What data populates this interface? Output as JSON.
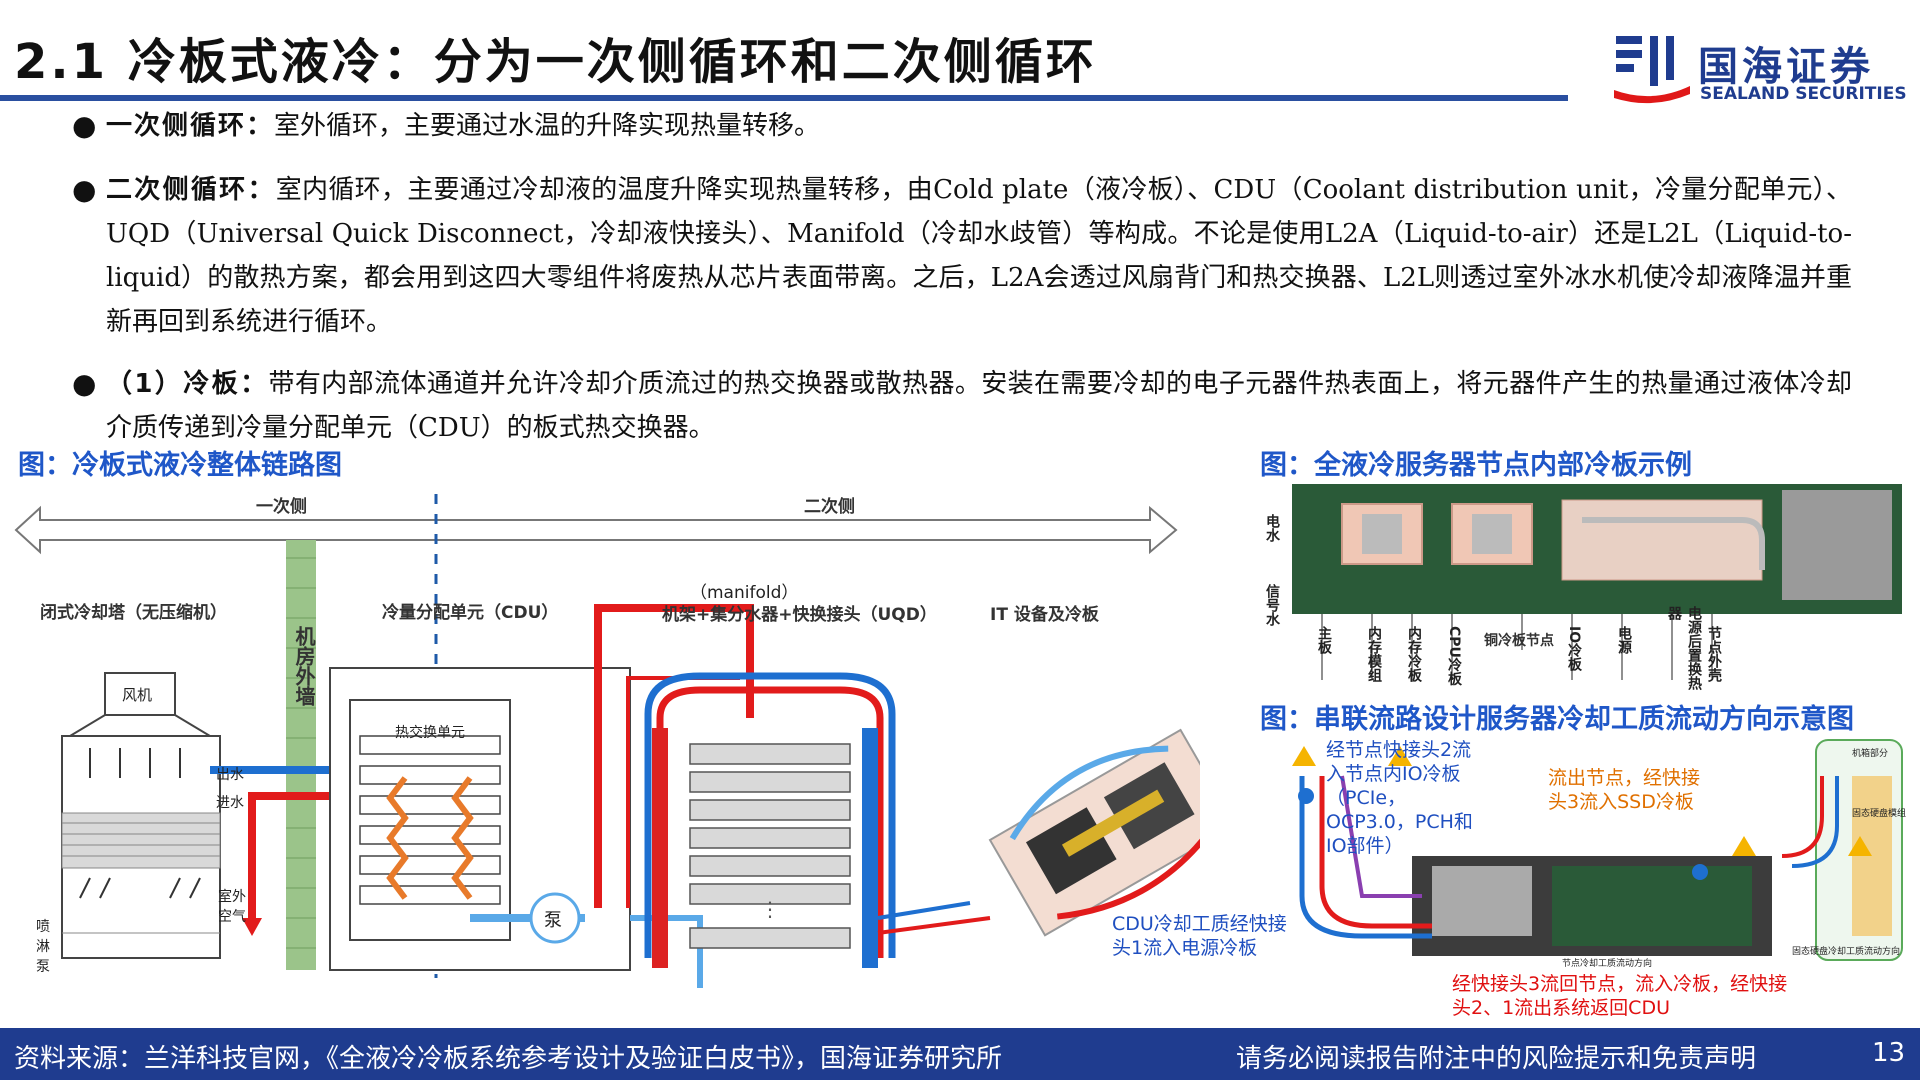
{
  "header": {
    "title": "2.1 冷板式液冷：分为一次侧循环和二次侧循环",
    "logo_cn": "国海证券",
    "logo_en": "SEALAND SECURITIES"
  },
  "bullets": [
    {
      "label": "一次侧循环：",
      "text": "室外循环，主要通过水温的升降实现热量转移。"
    },
    {
      "label": "二次侧循环：",
      "text": "室内循环，主要通过冷却液的温度升降实现热量转移，由Cold plate（液冷板）、CDU（Coolant distribution unit，冷量分配单元）、UQD（Universal Quick Disconnect，冷却液快接头）、Manifold（冷却水歧管）等构成。不论是使用L2A（Liquid-to-air）还是L2L（Liquid-to-liquid）的散热方案，都会用到这四大零组件将废热从芯片表面带离。之后，L2A会透过风扇背门和热交换器、L2L则透过室外冰水机使冷却液降温并重新再回到系统进行循环。"
    },
    {
      "label": "（1）冷板：",
      "text": "带有内部流体通道并允许冷却介质流过的热交换器或散热器。安装在需要冷却的电子元器件热表面上，将元器件产生的热量通过液体冷却介质传递到冷量分配单元（CDU）的板式热交换器。"
    }
  ],
  "figures": {
    "left_title": "图：冷板式液冷整体链路图",
    "right_top_title": "图：全液冷服务器节点内部冷板示例",
    "right_bottom_title": "图：串联流路设计服务器冷却工质流动方向示意图"
  },
  "left_diagram": {
    "primary_side": "一次侧",
    "secondary_side": "二次侧",
    "tower_label": "闭式冷却塔（无压缩机）",
    "fan": "风机",
    "water_out": "出水",
    "water_in": "进水",
    "outdoor_air": "室外空气",
    "spray_pump": "喷淋泵",
    "wall": "机房外墙",
    "cdu_label": "冷量分配单元（CDU）",
    "heat_exchanger": "热交换单元",
    "pump": "泵",
    "manifold_top": "（manifold）",
    "manifold_label": "机架+集分水器+快换接头（UQD）",
    "it_label": "IT 设备及冷板"
  },
  "right_top_labels": {
    "left_1": "电水",
    "left_2": "信号水",
    "bottom": [
      "主板",
      "内存模组",
      "内存冷板",
      "CPU冷板",
      "铜冷板节点",
      "IO冷板",
      "电源",
      "电源后置换热器",
      "节点外壳"
    ]
  },
  "right_bottom_notes": {
    "blue_top": "经节点快接头2流入节点内IO冷板（PCIe，OCP3.0，PCH和IO部件）",
    "orange": "流出节点，经快接头3流入SSD冷板",
    "blue_bottom": "CDU冷却工质经快接头1流入电源冷板",
    "red": "经快接头3流回节点，流入冷板，经快接头2、1流出系统返回CDU",
    "tiny_1": "机箱部分",
    "tiny_2": "固态硬盘模组",
    "tiny_3": "节点冷却工质流动方向",
    "tiny_4": "固态硬盘冷却工质流动方向"
  },
  "footer": {
    "source": "资料来源：兰洋科技官网，《全液冷冷板系统参考设计及验证白皮书》，国海证券研究所",
    "disclaimer": "请务必阅读报告附注中的风险提示和免责声明",
    "page": "13"
  },
  "colors": {
    "brand": "#1f3c8f",
    "figure_title": "#1f57c8",
    "hot": "#e21b1b",
    "cold": "#1e6fd0",
    "wall": "#9bc48a"
  }
}
